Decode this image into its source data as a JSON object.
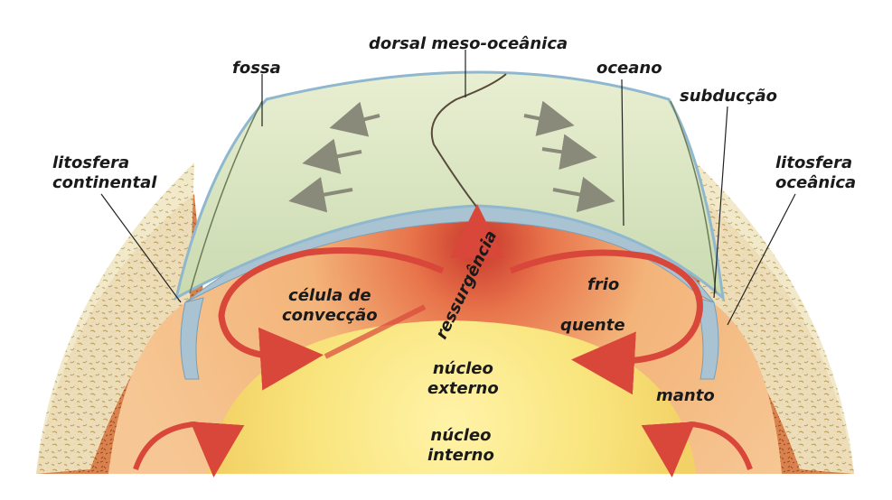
{
  "labels": {
    "dorsal": "dorsal meso-oceânica",
    "fossa": "fossa",
    "oceano": "oceano",
    "subduccao": "subducção",
    "litosfera_continental": [
      "litosfera",
      "continental"
    ],
    "litosfera_oceanica": [
      "litosfera",
      "oceânica"
    ],
    "celula_conveccao": [
      "célula de",
      "convecção"
    ],
    "ressurgencia": "ressurgência",
    "frio": "frio",
    "quente": "quente",
    "nucleo_externo": [
      "núcleo",
      "externo"
    ],
    "manto": "manto",
    "nucleo_interno": [
      "núcleo",
      "interno"
    ]
  },
  "colors": {
    "ocean_plate": "#dfe9c6",
    "ocean_edge": "#8fb8cf",
    "lithosphere_band": "#a9c3d3",
    "mantle": "#f3b47a",
    "mantle_hot": "#c8362b",
    "outer_core": "#f7e27a",
    "continental_crust": "#d9824d",
    "arrow_red": "#d9473a"
  }
}
